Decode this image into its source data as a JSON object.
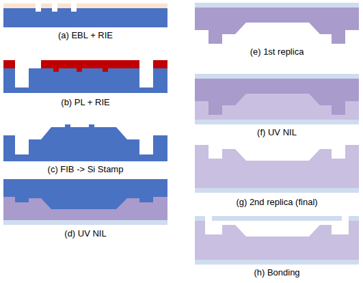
{
  "diagram": {
    "labels": [
      "(a) EBL + RIE",
      "(b) PL + RIE",
      "(c) FIB -> Si Stamp",
      "(d) UV NIL",
      "(e) 1st replica",
      "(f) UV NIL",
      "(g) 2nd replica (final)",
      "(h) Bonding"
    ]
  }
}
